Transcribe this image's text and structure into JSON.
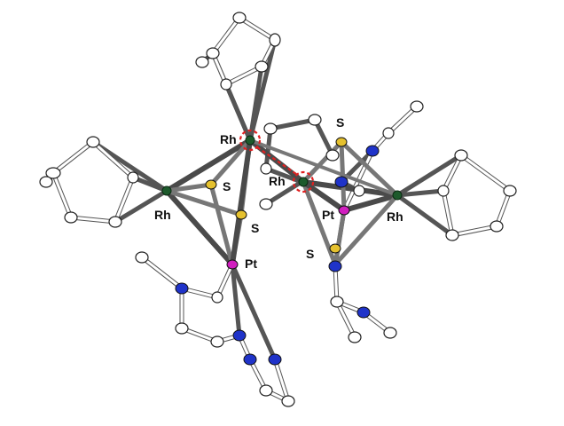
{
  "labels": {
    "rh_top": "Rh",
    "rh_left": "Rh",
    "rh_center": "Rh",
    "rh_right": "Rh",
    "s_left_upper": "S",
    "s_left_lower": "S",
    "s_right_upper": "S",
    "s_right_lower": "S",
    "pt_left": "Pt",
    "pt_right": "Pt"
  },
  "colors": {
    "rhodium": "#1d5a2c",
    "sulfur": "#e5c12e",
    "platinum": "#d11fbf",
    "nitrogen": "#1f33c9",
    "carbon": "#ffffff",
    "bond_metal": "#5a5a5a",
    "highlight_circle": "#e02020"
  },
  "highlight": {
    "style": "dashed red circles",
    "marks_atoms": [
      "Rh (top)",
      "Rh (center)"
    ]
  }
}
